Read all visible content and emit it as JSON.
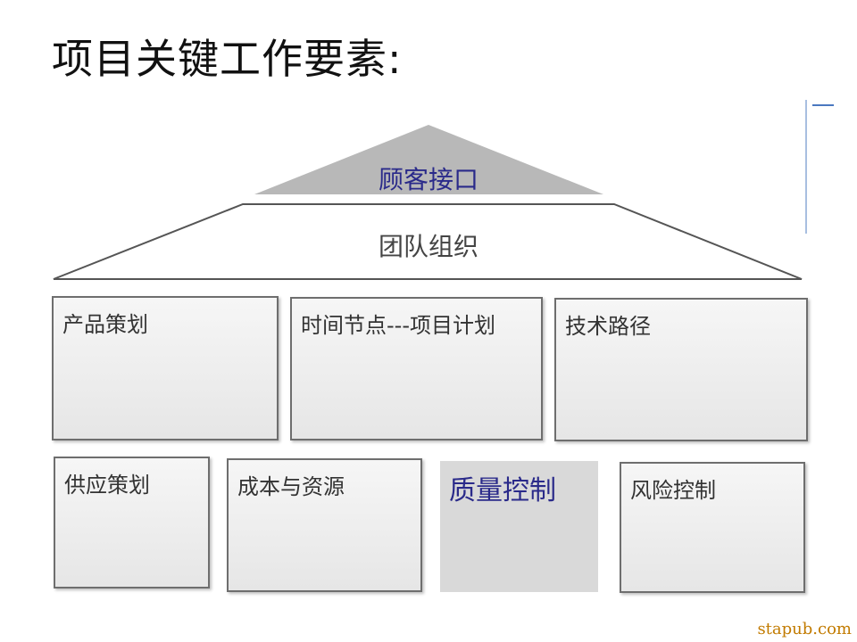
{
  "title": "项目关键工作要素:",
  "roof": {
    "top_label": "顾客接口",
    "middle_label": "团队组织"
  },
  "boxes": [
    {
      "label": "产品策划"
    },
    {
      "label": "时间节点---项目计划"
    },
    {
      "label": "技术路径"
    },
    {
      "label": "供应策划"
    },
    {
      "label": "成本与资源"
    },
    {
      "label": "质量控制"
    },
    {
      "label": "风险控制"
    }
  ],
  "watermark": "stapub.com",
  "colors": {
    "top_roof_fill": "#b8b8b8",
    "top_label_color": "#2a2a8a",
    "middle_label_color": "#444444",
    "highlight_label_color": "#2a2a8a",
    "watermark_color": "#c27b00"
  }
}
